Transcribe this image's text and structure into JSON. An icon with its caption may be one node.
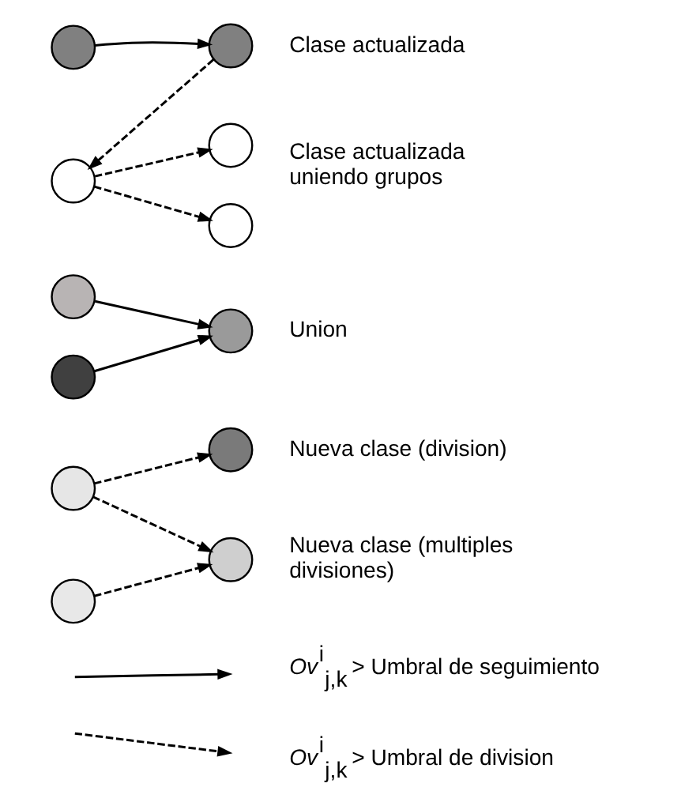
{
  "diagram": {
    "nodes": [
      {
        "text": [],
        "shape": "circle"
      },
      {
        "text": [],
        "shape": "circle",
        "beside": [
          "Clase actualizada"
        ]
      },
      {
        "text": [],
        "shape": "circle"
      },
      {
        "text": [],
        "shape": "circle"
      },
      {
        "text": [],
        "shape": "circle"
      },
      {
        "text": [],
        "shape": "circle"
      },
      {
        "text": [],
        "shape": "circle"
      },
      {
        "text": [],
        "shape": "circle",
        "beside": [
          "Union"
        ]
      },
      {
        "text": [],
        "shape": "circle"
      },
      {
        "text": [],
        "shape": "circle",
        "beside": [
          "Nueva clase (division)"
        ]
      },
      {
        "text": [],
        "shape": "circle"
      },
      {
        "text": [],
        "shape": "circle",
        "beside": [
          "Nueva clase (multiples divisiones)"
        ]
      }
    ],
    "edges": [
      {
        "from": 0,
        "to": 1,
        "arrow": "to"
      },
      {
        "from": 1,
        "to": 2,
        "arrow": "to",
        "style": "dashed"
      },
      {
        "from": 2,
        "to": 3,
        "arrow": "to",
        "style": "dashed"
      },
      {
        "from": 2,
        "to": 5,
        "arrow": "to",
        "style": "dashed"
      },
      {
        "from": 4,
        "to": 7,
        "arrow": "to"
      },
      {
        "from": 6,
        "to": 7,
        "arrow": "to"
      },
      {
        "from": 8,
        "to": 9,
        "arrow": "to",
        "style": "dashed"
      },
      {
        "from": 8,
        "to": 11,
        "arrow": "to",
        "style": "dashed"
      },
      {
        "from": 10,
        "to": 11,
        "arrow": "to",
        "style": "dashed"
      }
    ],
    "labels": [
      "Clase actualizada uniendo grupos"
    ],
    "legend": [
      {
        "text": "*Ov*$^{i}$$_{j,k}$ > Umbral de seguimiento"
      },
      {
        "text": "*Ov*$^{i}$$_{j,k}$ > Umbral de division"
      }
    ]
  }
}
